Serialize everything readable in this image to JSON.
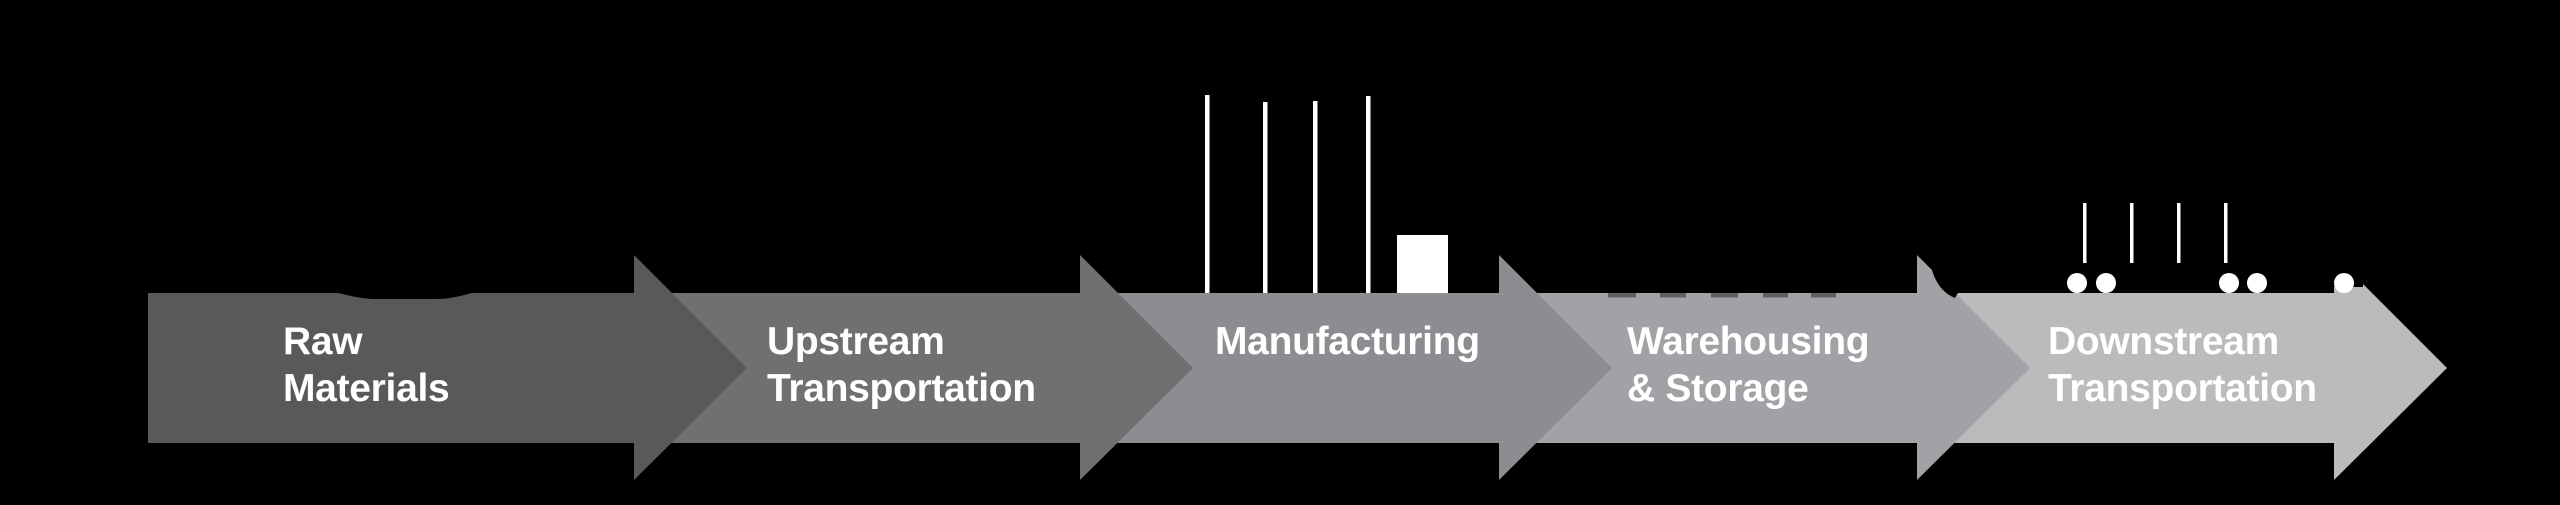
{
  "diagram": {
    "type": "process-flow-arrows",
    "background_color": "#000000",
    "label_color": "#ffffff",
    "stages": [
      {
        "id": "raw-materials",
        "line1": "Raw",
        "line2": "Materials",
        "color": "#58595b",
        "icon": "pile-of-raw-materials-icon"
      },
      {
        "id": "upstream-transportation",
        "line1": "Upstream",
        "line2": "Transportation",
        "color": "#6f7072",
        "icon": null
      },
      {
        "id": "manufacturing",
        "line1": "Manufacturing",
        "line2": "",
        "color": "#8b8d90",
        "icon": "factory-smokestacks-icon"
      },
      {
        "id": "warehousing-storage",
        "line1": "Warehousing",
        "line2": "& Storage",
        "color": "#a0a2a5",
        "icon": "storage-crates-icon"
      },
      {
        "id": "downstream-transportation",
        "line1": "Downstream",
        "line2": "Transportation",
        "color": "#b9bbbd",
        "icon": "truck-icon"
      }
    ]
  }
}
